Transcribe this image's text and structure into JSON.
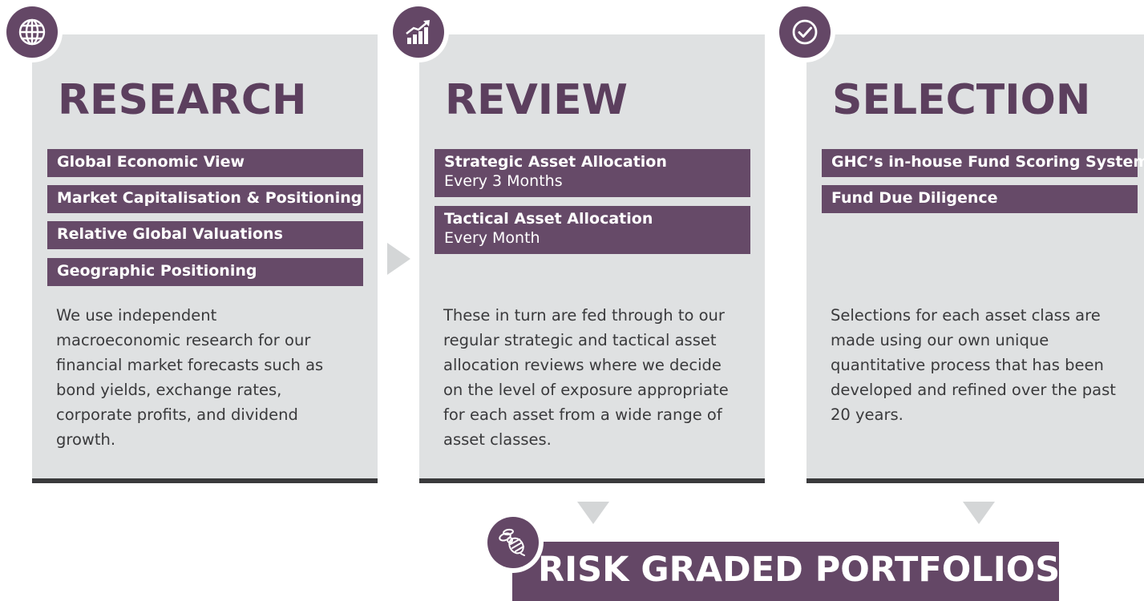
{
  "colors": {
    "card_bg": "#dfe1e2",
    "accent_purple": "#664a68",
    "title_purple": "#5c3f5e",
    "bottom_border": "#3a3a3c",
    "arrow_gray": "#d4d6d7"
  },
  "stages": [
    {
      "icon": "globe-icon",
      "title": "RESEARCH",
      "items": [
        {
          "label": "Global Economic View"
        },
        {
          "label": "Market Capitalisation & Positioning"
        },
        {
          "label": "Relative Global Valuations"
        },
        {
          "label": "Geographic Positioning"
        }
      ],
      "description": "We use independent macroeconomic research for our financial market forecasts such as bond yields, exchange rates, corporate profits, and dividend growth."
    },
    {
      "icon": "growth-chart-icon",
      "title": "REVIEW",
      "items": [
        {
          "label": "Strategic Asset Allocation",
          "sub": "Every 3 Months"
        },
        {
          "label": "Tactical Asset Allocation",
          "sub": "Every Month"
        }
      ],
      "description": "These in turn are fed through to our regular strategic and tactical asset allocation reviews where we decide on the level of exposure appropriate for each asset from a wide range of asset classes."
    },
    {
      "icon": "check-circle-icon",
      "title": "SELECTION",
      "items": [
        {
          "label": "GHC’s in-house Fund Scoring System"
        },
        {
          "label": "Fund Due Diligence"
        }
      ],
      "description": "Selections for each asset class are made using our own unique quantitative process that has been developed and refined over the past 20 years."
    }
  ],
  "result": {
    "icon": "bee-icon",
    "title": "RISK GRADED PORTFOLIOS"
  }
}
